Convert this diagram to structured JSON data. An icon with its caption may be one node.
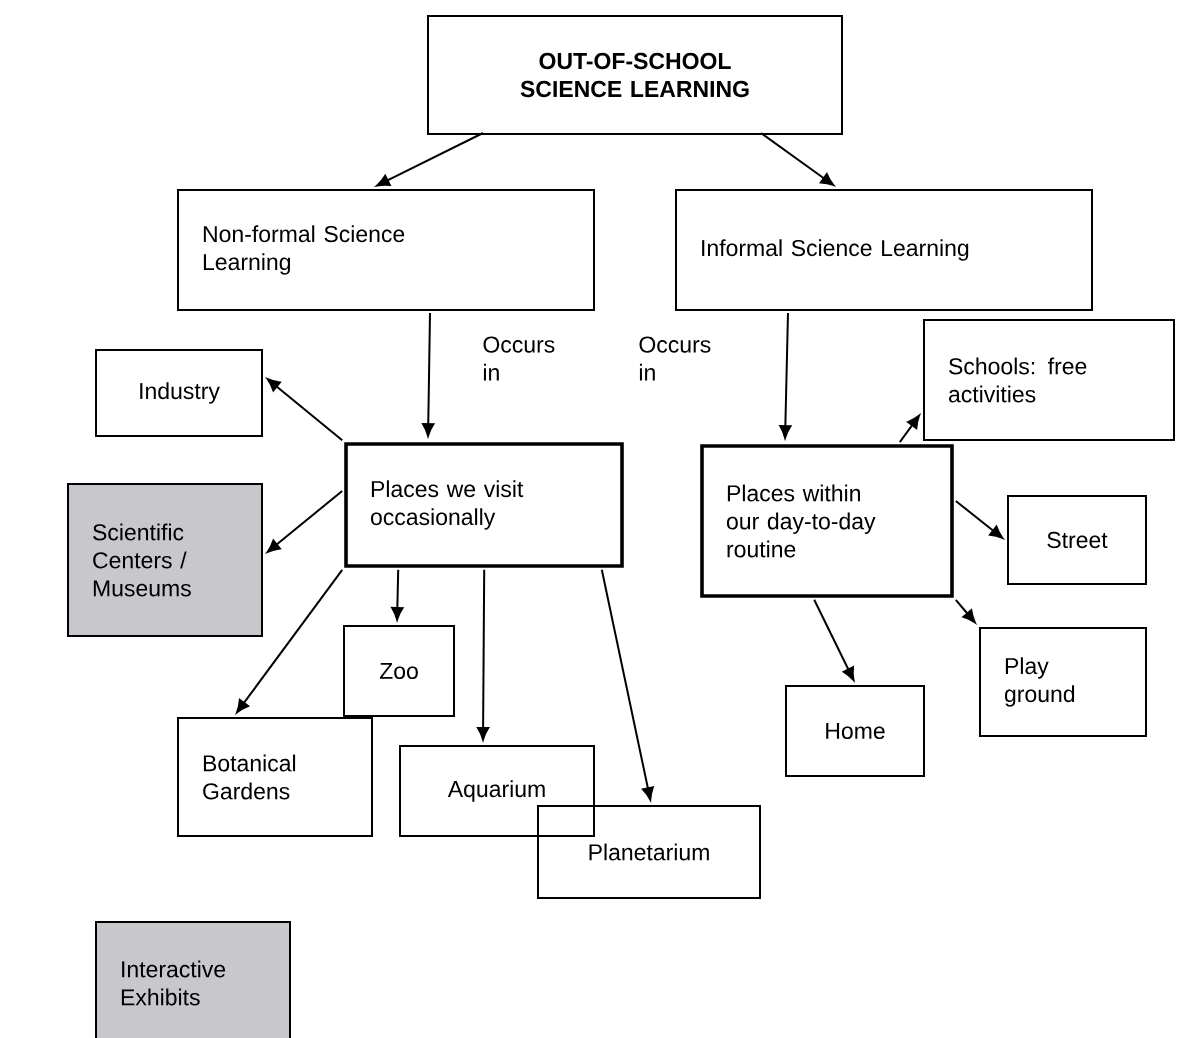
{
  "diagram": {
    "nodes": [
      {
        "text": [
          "OUT-OF-SCHOOL SCIENCE LEARNING"
        ]
      },
      {
        "text": [
          "Non-formal Science Learning"
        ]
      },
      {
        "text": [
          "Informal Science Learning"
        ]
      },
      {
        "text": [
          "Industry"
        ]
      },
      {
        "text": [
          "Schools: free activities"
        ]
      },
      {
        "text": [
          "Places we visit occasionally"
        ]
      },
      {
        "text": [
          "Places within our day-to-day routine"
        ]
      },
      {
        "text": [
          "Scientific Centers / Museums"
        ]
      },
      {
        "text": [
          "Street"
        ]
      },
      {
        "text": [
          "Zoo"
        ]
      },
      {
        "text": [
          "Play ground"
        ]
      },
      {
        "text": [
          "Botanical Gardens"
        ]
      },
      {
        "text": [
          "Home"
        ]
      },
      {
        "text": [
          "Aquarium"
        ]
      },
      {
        "text": [
          "Planetarium"
        ]
      },
      {
        "text": [
          "Interactive Exhibits"
        ]
      }
    ],
    "edges": [
      {
        "from": 0,
        "to": 1,
        "arrow": "to"
      },
      {
        "from": 0,
        "to": 2,
        "arrow": "to"
      },
      {
        "from": 1,
        "to": 5,
        "arrow": "to",
        "label": "Occurs in"
      },
      {
        "from": 2,
        "to": 6,
        "arrow": "to",
        "label": "Occurs in"
      },
      {
        "from": 5,
        "to": 3,
        "arrow": "to"
      },
      {
        "from": 5,
        "to": 7,
        "arrow": "to"
      },
      {
        "from": 5,
        "to": 9,
        "arrow": "to"
      },
      {
        "from": 5,
        "to": 11,
        "arrow": "to"
      },
      {
        "from": 5,
        "to": 13,
        "arrow": "to"
      },
      {
        "from": 5,
        "to": 14,
        "arrow": "to"
      },
      {
        "from": 6,
        "to": 4,
        "arrow": "to"
      },
      {
        "from": 6,
        "to": 8,
        "arrow": "to"
      },
      {
        "from": 6,
        "to": 10,
        "arrow": "to"
      },
      {
        "from": 6,
        "to": 12,
        "arrow": "to"
      }
    ]
  }
}
